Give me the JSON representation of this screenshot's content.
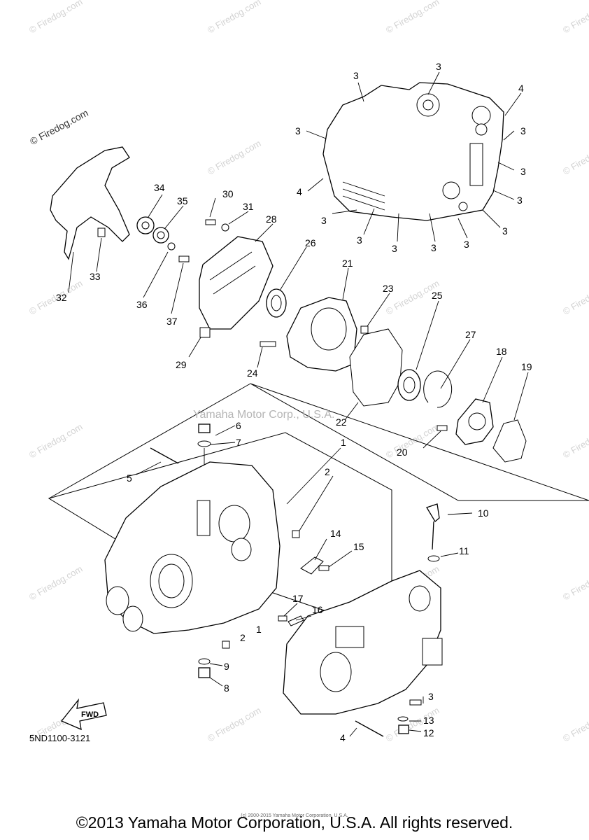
{
  "diagram": {
    "reference_code": "5ND1100-3121",
    "copyright": "©2013 Yamaha Motor Corporation, U.S.A. All rights reserved.",
    "fine_print": "(c) 2000-2015 Yamaha Motor Corporation, U.S.A.",
    "center_watermark": "Yamaha Motor Corp., U.S.A.",
    "site_watermark": "© Firedog.com",
    "fwd_label": "FWD",
    "callouts": {
      "c1": "1",
      "c2": "2",
      "c3": "3",
      "c4": "4",
      "c5": "5",
      "c6": "6",
      "c7": "7",
      "c8": "8",
      "c9": "9",
      "c10": "10",
      "c11": "11",
      "c12": "12",
      "c13": "13",
      "c14": "14",
      "c15": "15",
      "c16": "16",
      "c17": "17",
      "c18": "18",
      "c19": "19",
      "c20": "20",
      "c21": "21",
      "c22": "22",
      "c23": "23",
      "c24": "24",
      "c25": "25",
      "c26": "26",
      "c27": "27",
      "c28": "28",
      "c29": "29",
      "c30": "30",
      "c31": "31",
      "c32": "32",
      "c33": "33",
      "c34": "34",
      "c35": "35",
      "c36": "36",
      "c37": "37"
    }
  }
}
